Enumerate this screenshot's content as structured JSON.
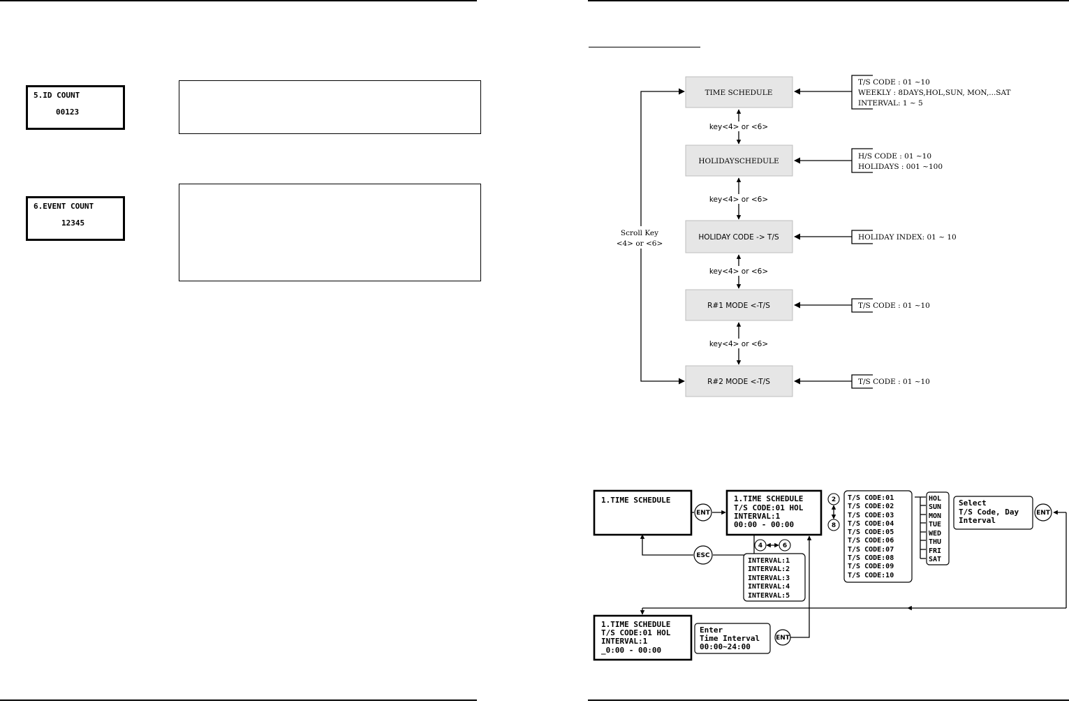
{
  "left_page": {
    "id_count_lcd": {
      "title": "5.ID COUNT",
      "value": "00123"
    },
    "event_count_lcd": {
      "title": "6.EVENT COUNT",
      "value": "12345"
    }
  },
  "flowchart": {
    "boxes": [
      "TIME SCHEDULE",
      "HOLIDAYSCHEDULE",
      "HOLIDAY CODE -> T/S",
      "R#1 MODE <-T/S",
      "R#2 MODE <-T/S"
    ],
    "key_label": "key<4> or <6>",
    "scroll_label_1": "Scroll Key",
    "scroll_label_2": "<4> or <6>",
    "side_notes": [
      [
        "T/S CODE :  01 ~10",
        "WEEKLY : 8DAYS,HOL,SUN, MON,...SAT",
        "INTERVAL: 1 ~ 5"
      ],
      [
        "H/S CODE :  01 ~10",
        "HOLIDAYS :  001 ~100"
      ],
      [
        "HOLIDAY INDEX:  01 ~ 10"
      ],
      [
        "T/S CODE :  01 ~10"
      ],
      [
        "T/S CODE :  01 ~10"
      ]
    ]
  },
  "procedure": {
    "screen_main": "1.TIME SCHEDULE",
    "screen_detail": [
      "1.TIME SCHEDULE",
      "T/S CODE:01 HOL",
      "INTERVAL:1",
      " 00:00 - 00:00"
    ],
    "screen_edit": [
      "1.TIME SCHEDULE",
      "T/S CODE:01 HOL",
      "INTERVAL:1",
      " _0:00 - 00:00"
    ],
    "key_ent": "ENT",
    "key_esc": "ESC",
    "key_2": "2",
    "key_8": "8",
    "key_4": "4",
    "key_6": "6",
    "intervals": [
      "INTERVAL:1",
      "INTERVAL:2",
      "INTERVAL:3",
      "INTERVAL:4",
      "INTERVAL:5"
    ],
    "ts_codes": [
      "T/S CODE:01",
      "T/S CODE:02",
      "T/S CODE:03",
      "T/S CODE:04",
      "T/S CODE:05",
      "T/S CODE:06",
      "T/S CODE:07",
      "T/S CODE:08",
      "T/S CODE:09",
      "T/S CODE:10"
    ],
    "days": [
      "HOL",
      "SUN",
      "MON",
      "TUE",
      "WED",
      "THU",
      "FRI",
      "SAT"
    ],
    "select_note": [
      "Select",
      "T/S Code, Day",
      "Interval"
    ],
    "enter_note": [
      "Enter",
      "Time Interval",
      "00:00~24:00"
    ]
  }
}
